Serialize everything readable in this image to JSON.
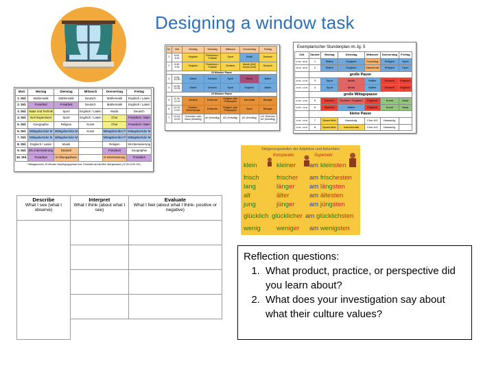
{
  "title": "Designing a window task",
  "schedule1": {
    "headers": [
      "MuG",
      "Montag",
      "Dienstag",
      "Mittwoch",
      "Donnerstag",
      "Freitag"
    ],
    "rows": [
      {
        "c": [
          "1. Std.",
          "Mathematik",
          "Mathematik",
          "Deutsch",
          "Mathematik",
          "Englisch / Latein"
        ],
        "bg": [
          "#fff",
          "#fff",
          "#fff",
          "#fff",
          "#fff",
          "#fff"
        ]
      },
      {
        "c": [
          "2. Std.",
          "Freiarbeit",
          "Freiarbeit",
          "Deutsch",
          "Mathematik",
          "Englisch / Latein"
        ],
        "bg": [
          "#fff",
          "#c9a0dc",
          "#c9a0dc",
          "#fff",
          "#fff",
          "#fff"
        ]
      },
      {
        "c": [
          "3. Std.",
          "Natur und Technik",
          "Sport",
          "Englisch / Latein",
          "Musik",
          "Deutsch"
        ],
        "bg": [
          "#fff",
          "#f3f08a",
          "#fff",
          "#fff",
          "#fff",
          "#fff"
        ]
      },
      {
        "c": [
          "4. Std.",
          "NuT-Experiment",
          "Sport",
          "Englisch / Latein",
          "Chor",
          "Freiarbeit / Islam"
        ],
        "bg": [
          "#fff",
          "#f3f08a",
          "#fff",
          "#fff",
          "#f3f08a",
          "#c9a0dc"
        ]
      },
      {
        "c": [
          "5. Std.",
          "Geographie",
          "Religion",
          "Kunst",
          "Chor",
          "Freiarbeit / Islam"
        ],
        "bg": [
          "#fff",
          "#fff",
          "#fff",
          "#fff",
          "#f3f08a",
          "#c9a0dc"
        ]
      },
      {
        "c": [
          "6. Std.",
          "Mittagskorridor M",
          "Mittagskorridor M",
          "Kunst",
          "Mittagskorridor P",
          "Mittagskorridor M"
        ],
        "bg": [
          "#fff",
          "#a9c8f0",
          "#a9c8f0",
          "#fff",
          "#a9c8f0",
          "#a9c8f0"
        ]
      },
      {
        "c": [
          "7. Std.",
          "Mittagskorridor M",
          "Mittagskorridor M",
          "",
          "Mittagskorridor P",
          "Mittagskorridor M"
        ],
        "bg": [
          "#fff",
          "#a9c8f0",
          "#a9c8f0",
          "#fff",
          "#a9c8f0",
          "#a9c8f0"
        ]
      },
      {
        "c": [
          "8. Std.",
          "Englisch / Latein",
          "Musik",
          "",
          "Religion",
          "Mi-Intensivierung"
        ],
        "bg": [
          "#fff",
          "#fff",
          "#fff",
          "#fff",
          "#fff",
          "#fff"
        ]
      },
      {
        "c": [
          "9. Std.",
          "E/L-Intensivierung",
          "Deutsch",
          "",
          "Freiarbeit",
          "Geographie"
        ],
        "bg": [
          "#fff",
          "#c9a0dc",
          "#f9c28a",
          "#fff",
          "#c9a0dc",
          "#fff"
        ]
      },
      {
        "c": [
          "10. Std.",
          "Freiarbeit",
          "D-Übungsphase",
          "",
          "D-Intensivierung",
          "Freiarbeit"
        ],
        "bg": [
          "#fff",
          "#c9a0dc",
          "#f9c28a",
          "#fff",
          "#f9c28a",
          "#c9a0dc"
        ]
      }
    ],
    "note": "* Mittagskorridor, 50 Minuten Verpflegungsphase bzw. Freiarbeit wird fachlich übergewiesen (12.30-13.00 Uhr)"
  },
  "schedule2": {
    "headers": [
      "Nr.",
      "Zeit",
      "Montag",
      "Dienstag",
      "Mittwoch",
      "Donnerstag",
      "Freitag"
    ],
    "blocks": [
      {
        "rows": [
          {
            "c": [
              "1",
              "8:00-8:45",
              "Englisch",
              "Förderkurs / Fußball",
              "Sport",
              "Musik",
              "Deutsch"
            ],
            "bg": [
              "#fff",
              "#fff",
              "#f7d34a",
              "#f7d34a",
              "#f7d34a",
              "#6fa8dc",
              "#f7d34a"
            ]
          },
          {
            "c": [
              "2",
              "8:45-9:30",
              "Englisch",
              "Förderkurs / Fußball",
              "Deutsch",
              "Musik (UW) Sozial (UW)",
              "Deutsch"
            ],
            "bg": [
              "#fff",
              "#fff",
              "#f7d34a",
              "#f7d34a",
              "#f7d34a",
              "#f7d34a",
              "#f7d34a"
            ]
          }
        ]
      },
      {
        "brk": "15 Minuten Pause"
      },
      {
        "rows": [
          {
            "c": [
              "3",
              "9:45-10:30",
              "Mathe",
              "Deutsch",
              "Sport",
              "Kunst",
              "Mathe"
            ],
            "bg": [
              "#fff",
              "#fff",
              "#6fa8dc",
              "#6fa8dc",
              "#6fa8dc",
              "#a64d79",
              "#6fa8dc"
            ]
          },
          {
            "c": [
              "4",
              "10:30-11:15",
              "Mathe",
              "Deutsch",
              "Sport",
              "Englisch",
              "Mathe"
            ],
            "bg": [
              "#fff",
              "#fff",
              "#6fa8dc",
              "#6fa8dc",
              "#6fa8dc",
              "#6fa8dc",
              "#6fa8dc"
            ]
          }
        ]
      },
      {
        "brk": "15 Minuten Pause"
      },
      {
        "rows": [
          {
            "c": [
              "5",
              "11:30-12:15",
              "Deutsch",
              "Erdkunde",
              "Religion oder Philosophie",
              "Informatik",
              "Biologie"
            ],
            "bg": [
              "#fff",
              "#fff",
              "#e69138",
              "#e69138",
              "#e69138",
              "#e69138",
              "#e69138"
            ]
          },
          {
            "c": [
              "6",
              "12:15-13:00",
              "Klassen-lehrerstunde",
              "Erdkunde",
              "Religion oder Philosophie",
              "Sport",
              "Biologie"
            ],
            "bg": [
              "#fff",
              "#fff",
              "#e69138",
              "#e69138",
              "#e69138",
              "#e69138",
              "#e69138"
            ]
          }
        ]
      },
      {
        "rows": [
          {
            "c": [
              "7",
              "13:15-14:00",
              "Orchester oder Band (freiwillig)",
              "AG (freiwillig)",
              "AG (freiwillig)",
              "AG (freiwillig)",
              "z.B. Streicher AG (freiwillig)"
            ],
            "bg": [
              "#fff",
              "#fff",
              "#fff",
              "#fff",
              "#fff",
              "#fff",
              "#fff"
            ]
          }
        ]
      }
    ]
  },
  "schedule3": {
    "title": "Exemplarischer Stundenplan im Jg. 5",
    "headers": [
      "Zeit",
      "Stunde",
      "Montag",
      "Dienstag",
      "Mittwoch",
      "Donnerstag",
      "Freitag"
    ],
    "rows": [
      {
        "c": [
          "07:55 - 08:40",
          "1",
          "Mathe",
          "Englisch",
          "Coaching",
          "Religion",
          "Sport"
        ],
        "bg": [
          "#fff",
          "#fff",
          "#6fa8dc",
          "#6fa8dc",
          "#f6b26b",
          "#6fa8dc",
          "#6fa8dc"
        ]
      },
      {
        "c": [
          "08:45 - 09:30",
          "2",
          "Mathe",
          "Englisch",
          "Klassenrat",
          "Religion",
          "Sport"
        ],
        "bg": [
          "#fff",
          "#fff",
          "#6fa8dc",
          "#6fa8dc",
          "#f6b26b",
          "#6fa8dc",
          "#6fa8dc"
        ]
      },
      {
        "brk": "große Pause"
      },
      {
        "c": [
          "09:50 - 10:35",
          "3",
          "Sport",
          "Musik",
          "Mathe",
          "Deutsch",
          "Englisch"
        ],
        "bg": [
          "#fff",
          "#fff",
          "#6fa8dc",
          "#e06666",
          "#6fa8dc",
          "#ea4335",
          "#ea4335"
        ]
      },
      {
        "c": [
          "10:40 - 11:25",
          "4",
          "Sport",
          "Musik",
          "Mathe",
          "Deutsch",
          "Englisch"
        ],
        "bg": [
          "#fff",
          "#fff",
          "#6fa8dc",
          "#e06666",
          "#6fa8dc",
          "#ea4335",
          "#ea4335"
        ]
      },
      {
        "brk": "große Mittagspause"
      },
      {
        "c": [
          "12:05 - 12:50",
          "5",
          "Deutsch",
          "Deutsch / Englisch",
          "Englisch",
          "Kunst",
          "Nawi"
        ],
        "bg": [
          "#fff",
          "#fff",
          "#ea4335",
          "#e06666",
          "#ea4335",
          "#93c47d",
          "#93c47d"
        ]
      },
      {
        "c": [
          "12:55 - 13:40",
          "6",
          "Deutsch",
          "Mathe",
          "Englisch",
          "Kunst",
          "Nawi"
        ],
        "bg": [
          "#fff",
          "#fff",
          "#ea4335",
          "#6fa8dc",
          "#ea4335",
          "#93c47d",
          "#93c47d"
        ]
      },
      {
        "brk": "kleine Pause"
      },
      {
        "c": [
          "13:45 - 14:30",
          "7",
          "Sprachförd.",
          "Hausaufg.",
          "Chor-AG",
          "Hausaufg.",
          ""
        ],
        "bg": [
          "#fff",
          "#fff",
          "#f7d34a",
          "#fff",
          "#fff",
          "#fff",
          "#fff"
        ]
      },
      {
        "c": [
          "14:35 - 15:20",
          "8",
          "Sprachförd.",
          "Instrumental",
          "Chor-AG",
          "Hausaufg.",
          ""
        ],
        "bg": [
          "#fff",
          "#fff",
          "#f7d34a",
          "#f7d34a",
          "#fff",
          "#fff",
          "#fff"
        ]
      }
    ]
  },
  "poster": {
    "header": "Steigerungsstufen der Adjektive und Adverbien",
    "komparativ": "Komparativ",
    "superlativ": "Superlativ",
    "rows": [
      {
        "pos": "klein",
        "comp_stem": "klein",
        "comp_end": "er",
        "am": "am",
        "sup_stem": "klein",
        "sup_end": "sten"
      },
      {
        "pos": "frisch",
        "comp_stem": "frisch",
        "comp_end": "er",
        "am": "am",
        "sup_stem": "frisch",
        "sup_end": "esten"
      },
      {
        "pos": "lang",
        "comp_stem": "l",
        "comp_mid": "ä",
        "comp_rest": "nger",
        "am": "am",
        "sup_stem": "l",
        "sup_mid": "ä",
        "sup_rest": "ngsten"
      },
      {
        "pos": "alt",
        "comp_stem": "",
        "comp_mid": "ä",
        "comp_rest": "lter",
        "am": "am",
        "sup_stem": "",
        "sup_mid": "ä",
        "sup_rest": "ltesten"
      },
      {
        "pos": "jung",
        "comp_stem": "j",
        "comp_mid": "ü",
        "comp_rest": "nger",
        "am": "am",
        "sup_stem": "j",
        "sup_mid": "ü",
        "sup_rest": "ngsten"
      },
      {
        "pos": "glücklich",
        "comp_stem": "glücklich",
        "comp_end": "er",
        "am": "am",
        "sup_stem": "glücklich",
        "sup_end": "sten"
      },
      {
        "pos": "wenig",
        "comp_stem": "wenig",
        "comp_end": "er",
        "am": "am",
        "sup_stem": "wenig",
        "sup_end": "sten"
      }
    ],
    "colors": {
      "green": "#1a7a1a",
      "red": "#d0202a",
      "blue": "#1d3fbf"
    }
  },
  "die_table": {
    "columns": [
      {
        "title": "Describe",
        "sub": "What I see (what I observe)"
      },
      {
        "title": "Interpret",
        "sub": "What I think (about what I see)"
      },
      {
        "title": "Evaluate",
        "sub": "What I feel (about what I think- positive or negative)"
      }
    ]
  },
  "reflection": {
    "title": "Reflection questions:",
    "questions": [
      "What product, practice, or perspective did you learn about?",
      "What does your investigation say about what their culture values?"
    ]
  }
}
